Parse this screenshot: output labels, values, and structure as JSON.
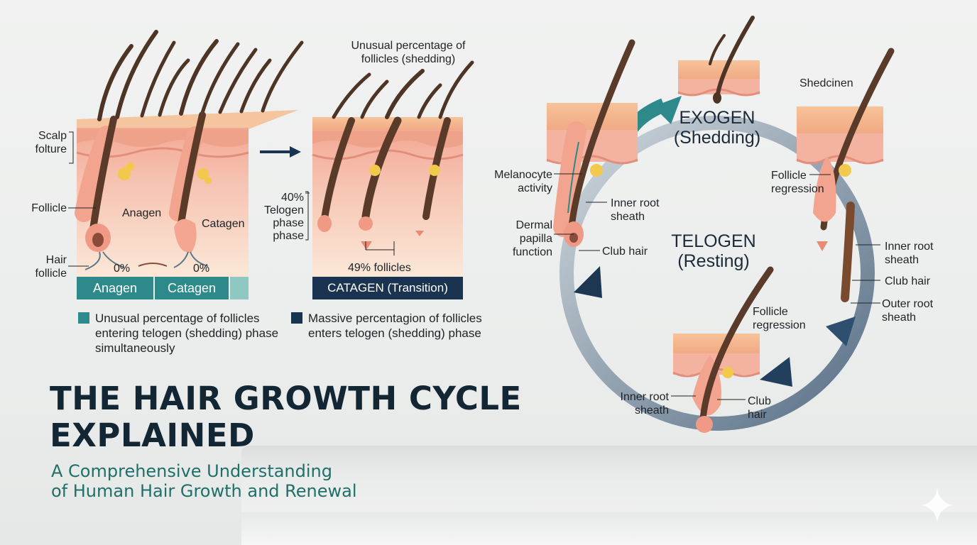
{
  "title": {
    "line1": "THE HAIR GROWTH CYCLE",
    "line2": "EXPLAINED"
  },
  "subtitle": {
    "line1": "A Comprehensive Understanding",
    "line2": "of Human Hair Growth and Renewal"
  },
  "left_panel": {
    "labels": {
      "scalp_line1": "Scalp",
      "scalp_line2": "folture",
      "follicle": "Follicle",
      "hair_follicle_line1": "Hair",
      "hair_follicle_line2": "follicle",
      "anagen": "Anagen",
      "catagen": "Catagen",
      "pct_a": "0%",
      "pct_b": "0%"
    },
    "bars": {
      "anagen": "Anagen",
      "catagen": "Catagen"
    },
    "legend": {
      "line1": "Unusual percentage of follicles",
      "line2": "entering telogen (shedding) phase",
      "line3": "simultaneously"
    }
  },
  "middle_panel": {
    "top_line1": "Unusual percentage of",
    "top_line2": "follicles (shedding)",
    "telogen_line1": "40%",
    "telogen_line2": "Telogen",
    "telogen_line3": "phase",
    "telogen_line4": "phase",
    "follicles_pct": "49% follicles",
    "bar": "CATAGEN (Transition)",
    "legend": {
      "line1": "Massive percentagion of follicles",
      "line2": "enters telogen (shedding) phase"
    }
  },
  "cycle": {
    "exogen_line1": "EXOGEN",
    "exogen_line2": "(Shedding)",
    "telogen_line1": "TELOGEN",
    "telogen_line2": "(Resting)",
    "shedcinen": "Shedcinen",
    "melanocyte_line1": "Melanocyte",
    "melanocyte_line2": "activity",
    "irs_line1": "Inner root",
    "irs_line2": "sheath",
    "dermal_line1": "Dermal",
    "dermal_line2": "papilla",
    "dermal_line3": "function",
    "club_hair": "Club hair",
    "fr1_line1": "Follicle",
    "fr1_line2": "regression",
    "irs2_line1": "Inner root",
    "irs2_line2": "sheath",
    "club_hair2": "Club hair",
    "ors_line1": "Outer root",
    "ors_line2": "sheath",
    "fr2_line1": "Follicle",
    "fr2_line2": "regression",
    "irs3_line1": "Inner root",
    "irs3_line2": "sheath",
    "club3_line1": "Club",
    "club3_line2": "hair"
  },
  "colors": {
    "teal": "#2e8a8a",
    "navy": "#1a3350",
    "skin": "#f1b98f",
    "hair": "#5a3a28"
  }
}
